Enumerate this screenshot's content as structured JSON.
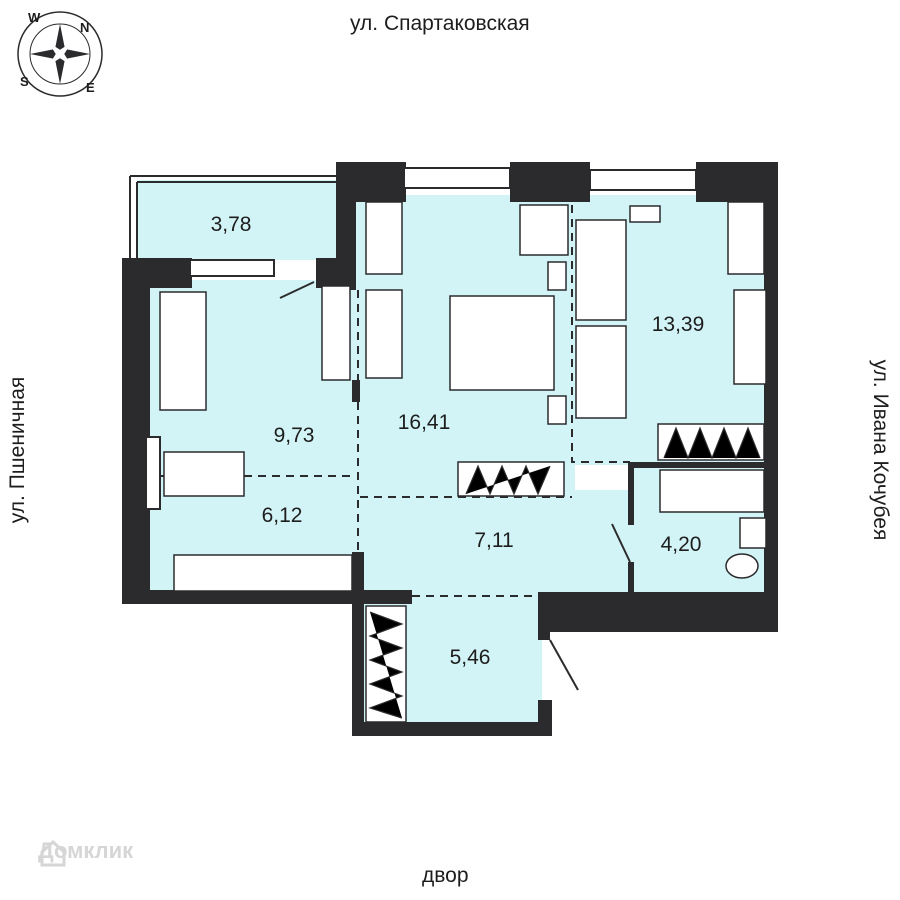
{
  "streets": {
    "top": "ул. Спартаковская",
    "bottom": "двор",
    "left": "ул. Пшеничная",
    "right": "ул. Ивана Кочубея"
  },
  "compass": {
    "n": "N",
    "e": "E",
    "s": "S",
    "w": "W"
  },
  "watermark": "Домклик",
  "rooms": {
    "balcony": "3,78",
    "living": "9,73",
    "kitchen": "6,12",
    "bedroom": "16,41",
    "room2": "13,39",
    "hall": "7,11",
    "bathroom": "4,20",
    "storage": "5,46"
  },
  "colors": {
    "floor": "#d3f4f6",
    "wall": "#2b2b2d",
    "furniture": "#ffffff"
  }
}
